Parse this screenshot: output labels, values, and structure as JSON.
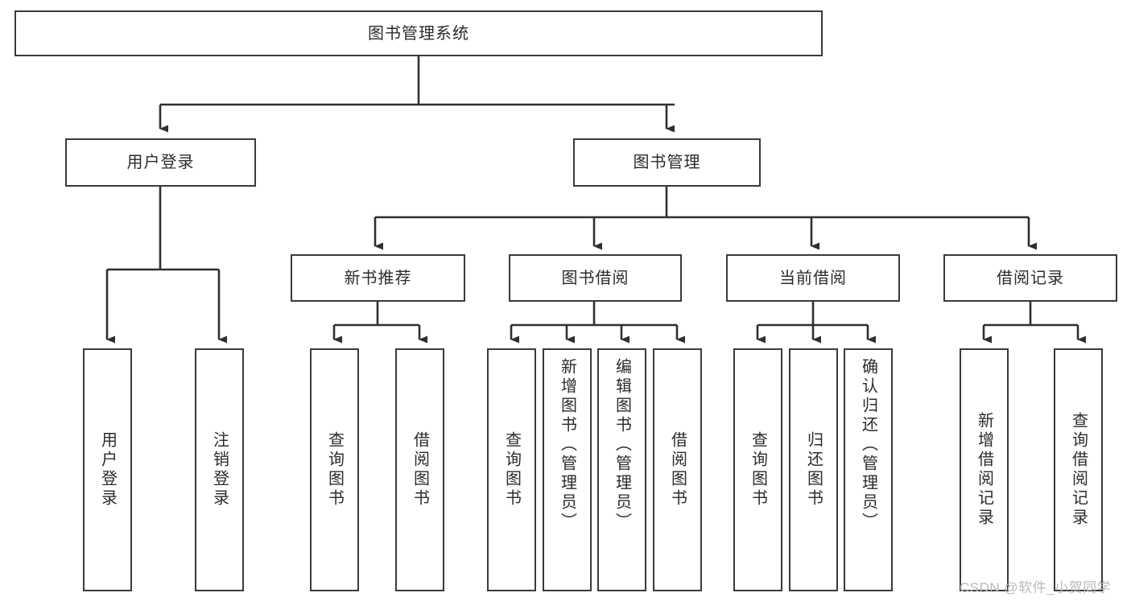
{
  "diagram": {
    "type": "hierarchy-tree",
    "title": "图书管理系统",
    "root": {
      "label": "图书管理系统"
    },
    "level2": [
      {
        "id": "user-login",
        "label": "用户登录"
      },
      {
        "id": "book-management",
        "label": "图书管理"
      }
    ],
    "level3": [
      {
        "id": "new-book-recommend",
        "label": "新书推荐",
        "parent": "book-management"
      },
      {
        "id": "book-borrow",
        "label": "图书借阅",
        "parent": "book-management"
      },
      {
        "id": "current-borrow",
        "label": "当前借阅",
        "parent": "book-management"
      },
      {
        "id": "borrow-record",
        "label": "借阅记录",
        "parent": "book-management"
      }
    ],
    "leaves": {
      "user-login": [
        {
          "id": "leaf-user-login",
          "label": "用户登录"
        },
        {
          "id": "leaf-user-logout",
          "label": "注销登录"
        }
      ],
      "new-book-recommend": [
        {
          "id": "leaf-query-book-1",
          "label": "查询图书"
        },
        {
          "id": "leaf-borrow-book-1",
          "label": "借阅图书"
        }
      ],
      "book-borrow": [
        {
          "id": "leaf-query-book-2",
          "label": "查询图书"
        },
        {
          "id": "leaf-add-book",
          "label": "新增图书（管理员）"
        },
        {
          "id": "leaf-edit-book",
          "label": "编辑图书（管理员）"
        },
        {
          "id": "leaf-borrow-book-2",
          "label": "借阅图书"
        }
      ],
      "current-borrow": [
        {
          "id": "leaf-query-book-3",
          "label": "查询图书"
        },
        {
          "id": "leaf-return-book",
          "label": "归还图书"
        },
        {
          "id": "leaf-confirm-return",
          "label": "确认归还（管理员）"
        }
      ],
      "borrow-record": [
        {
          "id": "leaf-add-record",
          "label": "新增借阅记录"
        },
        {
          "id": "leaf-query-record",
          "label": "查询借阅记录"
        }
      ]
    }
  },
  "watermark": {
    "text": "CSDN @软件_小贺同学"
  },
  "colors": {
    "stroke": "#3a3a3a",
    "fill": "#ffffff",
    "text": "#2b2b2b",
    "watermark": "#b9b9b9"
  }
}
